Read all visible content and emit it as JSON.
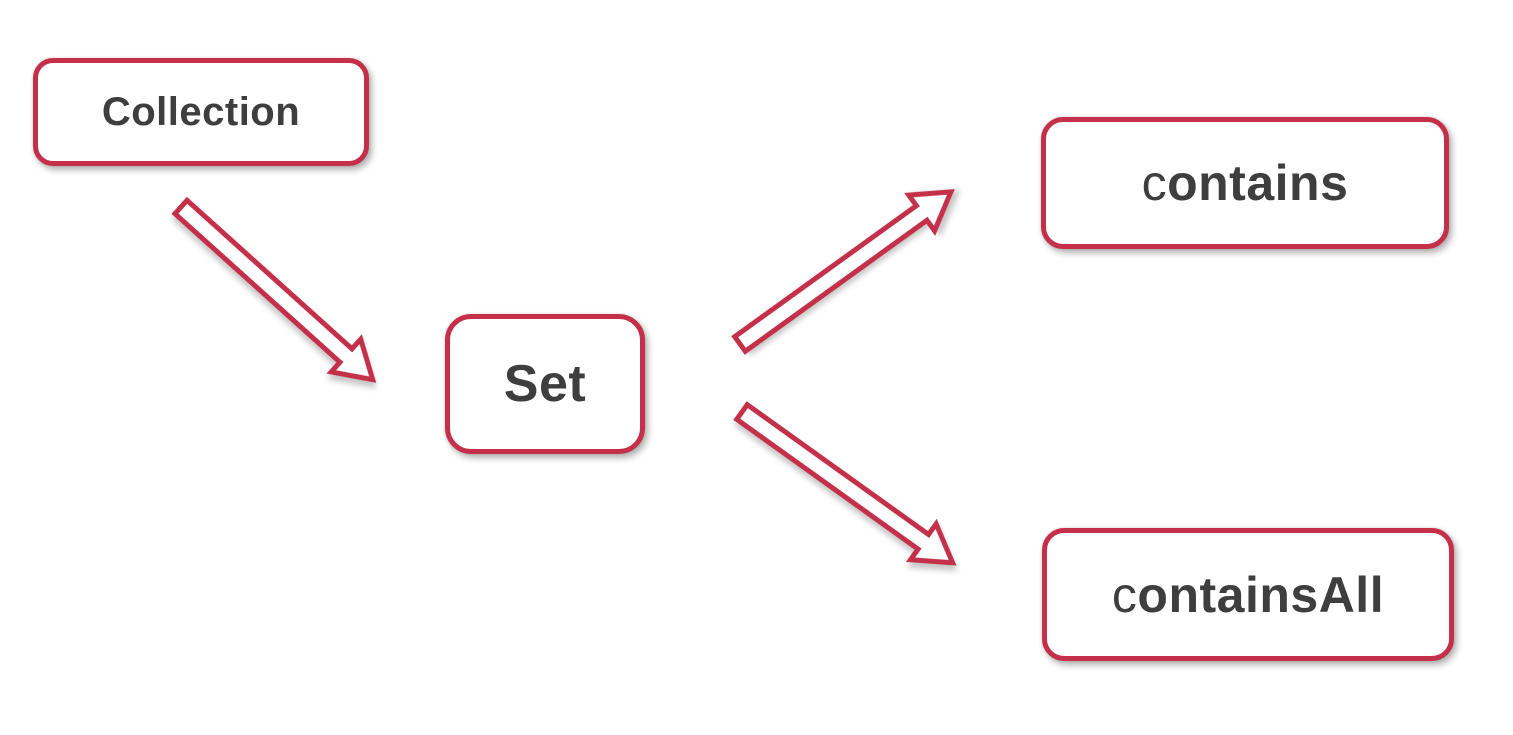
{
  "diagram": {
    "background_color": "#FFFFFF",
    "accent_color": "#C4304A",
    "text_color": "#3E3E3E",
    "node_fill_color": "#FFFFFF",
    "nodes": [
      {
        "id": "collection",
        "label": "Collection"
      },
      {
        "id": "set",
        "label": "Set"
      },
      {
        "id": "contains",
        "label": "contains",
        "label_first": "c",
        "label_rest": "ontains"
      },
      {
        "id": "containsAll",
        "label": "containsAll",
        "label_first": "c",
        "label_rest": "ontainsAll"
      }
    ],
    "edges": [
      {
        "from": "Collection",
        "to": "Set"
      },
      {
        "from": "Set",
        "to": "contains"
      },
      {
        "from": "Set",
        "to": "containsAll"
      }
    ]
  }
}
